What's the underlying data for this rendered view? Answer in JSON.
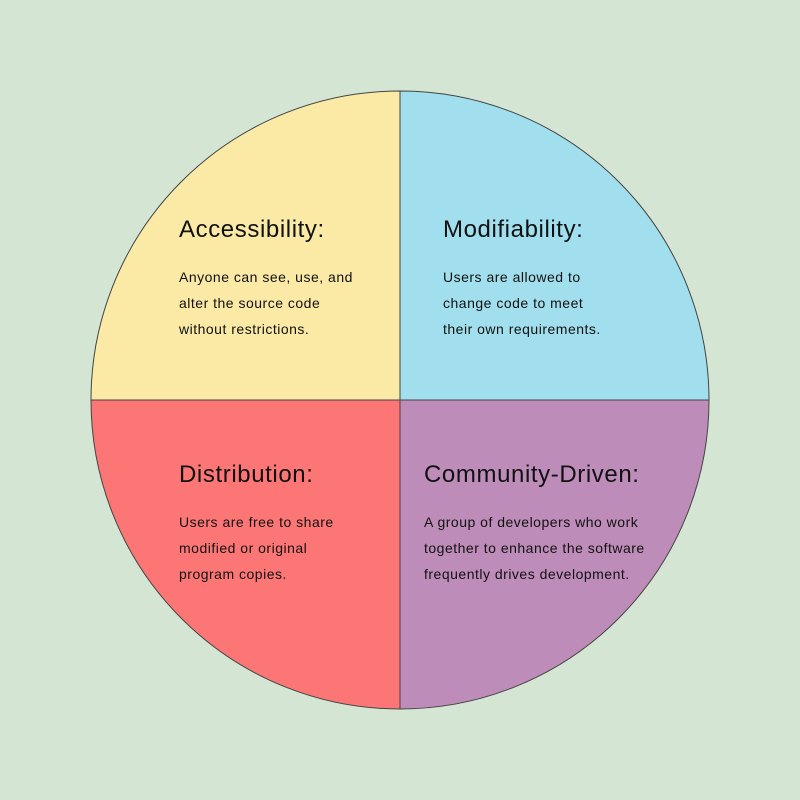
{
  "colors": {
    "background": "#d4e6d3",
    "accessibility": "#fbe9a6",
    "modifiability": "#a2dfee",
    "distribution": "#fd7676",
    "community": "#be8cb9",
    "outline": "#444444"
  },
  "quadrants": {
    "accessibility": {
      "title": "Accessibility:",
      "lines": [
        "Anyone can see, use, and",
        "alter the source code",
        "without restrictions."
      ]
    },
    "modifiability": {
      "title": "Modifiability:",
      "lines": [
        "Users are allowed to",
        "change code to meet",
        "their own requirements."
      ]
    },
    "distribution": {
      "title": "Distribution:",
      "lines": [
        "Users are free to share",
        "modified or original",
        "program copies."
      ]
    },
    "community": {
      "title": "Community-Driven:",
      "lines": [
        "A group of developers who work",
        "together to enhance the software",
        "frequently drives development."
      ]
    }
  }
}
